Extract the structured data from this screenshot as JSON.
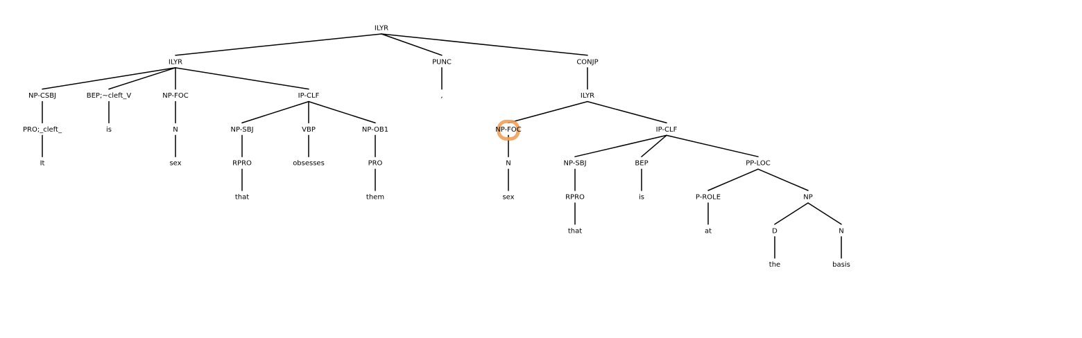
{
  "tree": {
    "label": "ILYR",
    "children": [
      {
        "label": "ILYR",
        "children": [
          {
            "label": "NP-CSBJ",
            "children": [
              {
                "label": "PRO;_cleft_",
                "children": [
                  {
                    "label": "It"
                  }
                ]
              }
            ]
          },
          {
            "label": "BEP;~cleft_V",
            "children": [
              {
                "label": "is"
              }
            ]
          },
          {
            "label": "NP-FOC",
            "children": [
              {
                "label": "N",
                "children": [
                  {
                    "label": "sex"
                  }
                ]
              }
            ]
          },
          {
            "label": "IP-CLF",
            "children": [
              {
                "label": "NP-SBJ",
                "children": [
                  {
                    "label": "RPRO",
                    "children": [
                      {
                        "label": "that"
                      }
                    ]
                  }
                ]
              },
              {
                "label": "VBP",
                "children": [
                  {
                    "label": "obsesses"
                  }
                ]
              },
              {
                "label": "NP-OB1",
                "children": [
                  {
                    "label": "PRO",
                    "children": [
                      {
                        "label": "them"
                      }
                    ]
                  }
                ]
              }
            ]
          }
        ]
      },
      {
        "label": "PUNC",
        "children": [
          {
            "label": ","
          }
        ]
      },
      {
        "label": "CONJP",
        "children": [
          {
            "label": "ILYR",
            "children": [
              {
                "label": "NP-FOC",
                "highlighted": true,
                "children": [
                  {
                    "label": "N",
                    "children": [
                      {
                        "label": "sex"
                      }
                    ]
                  }
                ]
              },
              {
                "label": "IP-CLF",
                "children": [
                  {
                    "label": "NP-SBJ",
                    "children": [
                      {
                        "label": "RPRO",
                        "children": [
                          {
                            "label": "that"
                          }
                        ]
                      }
                    ]
                  },
                  {
                    "label": "BEP",
                    "children": [
                      {
                        "label": "is"
                      }
                    ]
                  },
                  {
                    "label": "PP-LOC",
                    "children": [
                      {
                        "label": "P-ROLE",
                        "children": [
                          {
                            "label": "at"
                          }
                        ]
                      },
                      {
                        "label": "NP",
                        "children": [
                          {
                            "label": "D",
                            "children": [
                              {
                                "label": "the"
                              }
                            ]
                          },
                          {
                            "label": "N",
                            "children": [
                              {
                                "label": "basis"
                              }
                            ]
                          }
                        ]
                      }
                    ]
                  }
                ]
              }
            ]
          }
        ]
      }
    ]
  },
  "colors": {
    "edge": "#000000",
    "label": "#000000",
    "highlight": "#f0a05a"
  }
}
